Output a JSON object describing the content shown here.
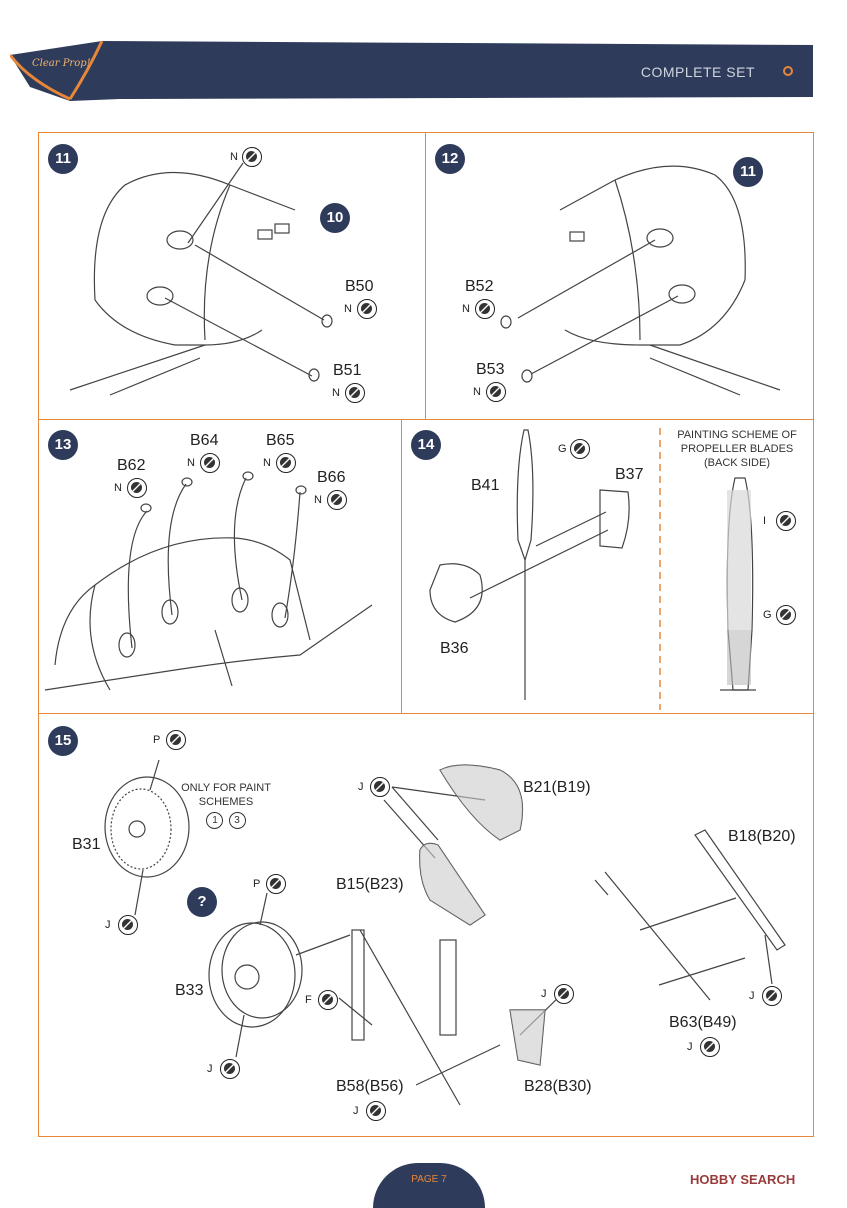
{
  "header": {
    "title": "COMPLETE SET",
    "logo_text": "Clear Prop!"
  },
  "steps": {
    "s11": {
      "num": "11",
      "ref": "10",
      "parts": [
        "B50",
        "B51"
      ],
      "paint": "N"
    },
    "s12": {
      "num": "12",
      "ref": "11",
      "parts": [
        "B52",
        "B53"
      ],
      "paint": "N"
    },
    "s13": {
      "num": "13",
      "parts": [
        "B62",
        "B64",
        "B65",
        "B66"
      ],
      "paint": "N"
    },
    "s14": {
      "num": "14",
      "parts": [
        "B41",
        "B37",
        "B36"
      ],
      "paint_g": "G"
    },
    "scheme": {
      "line1": "PAINTING SCHEME OF",
      "line2": "PROPELLER BLADES",
      "line3": "(BACK SIDE)",
      "paint_i": "I",
      "paint_g": "G"
    },
    "s15": {
      "num": "15",
      "parts": {
        "b31": "B31",
        "b33": "B33",
        "b21": "B21(B19)",
        "b15": "B15(B23)",
        "b18": "B18(B20)",
        "b63": "B63(B49)",
        "b58": "B58(B56)",
        "b28": "B28(B30)"
      },
      "note_line1": "ONLY FOR PAINT",
      "note_line2": "SCHEMES",
      "note_nums": [
        "1",
        "3"
      ],
      "question": "?",
      "paints": {
        "p": "P",
        "j": "J",
        "f": "F"
      }
    }
  },
  "footer": {
    "page": "PAGE 7",
    "watermark": "HOBBY SEARCH"
  }
}
